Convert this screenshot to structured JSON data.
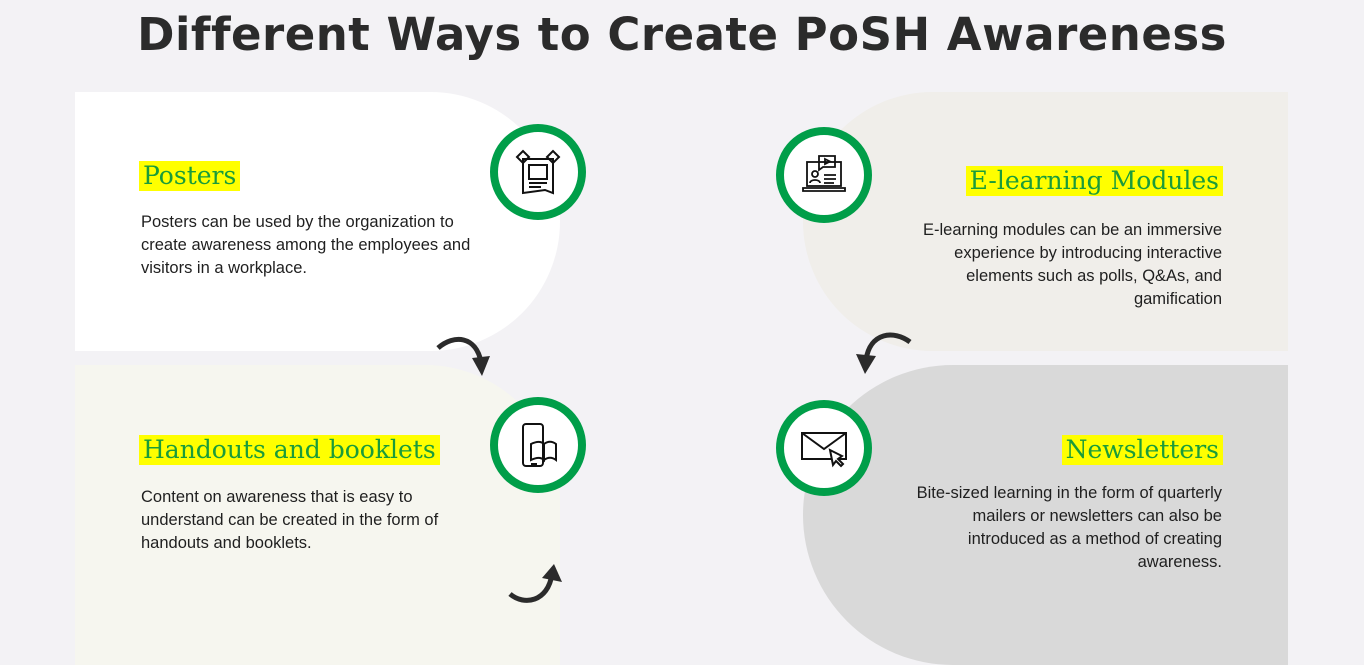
{
  "title": "Different Ways to Create PoSH Awareness",
  "colors": {
    "accent": "#009e49",
    "heading": "#1a9c3a",
    "highlight": "#ffff00"
  },
  "items": [
    {
      "heading": "Posters",
      "text": "Posters can be used by the organization to create awareness among the employees and visitors in a workplace.",
      "icon": "poster-icon"
    },
    {
      "heading": "Handouts and booklets",
      "text": "Content on awareness that is easy to understand can be created in the form of handouts and booklets.",
      "icon": "phone-book-icon"
    },
    {
      "heading": "E-learning Modules",
      "text": "E-learning modules can be an immersive experience by introducing interactive elements such as polls, Q&As, and gamification",
      "icon": "laptop-video-icon"
    },
    {
      "heading": "Newsletters",
      "text": "Bite-sized learning in the form of quarterly mailers or newsletters can also be introduced as a method of creating awareness.",
      "icon": "envelope-cursor-icon"
    }
  ]
}
